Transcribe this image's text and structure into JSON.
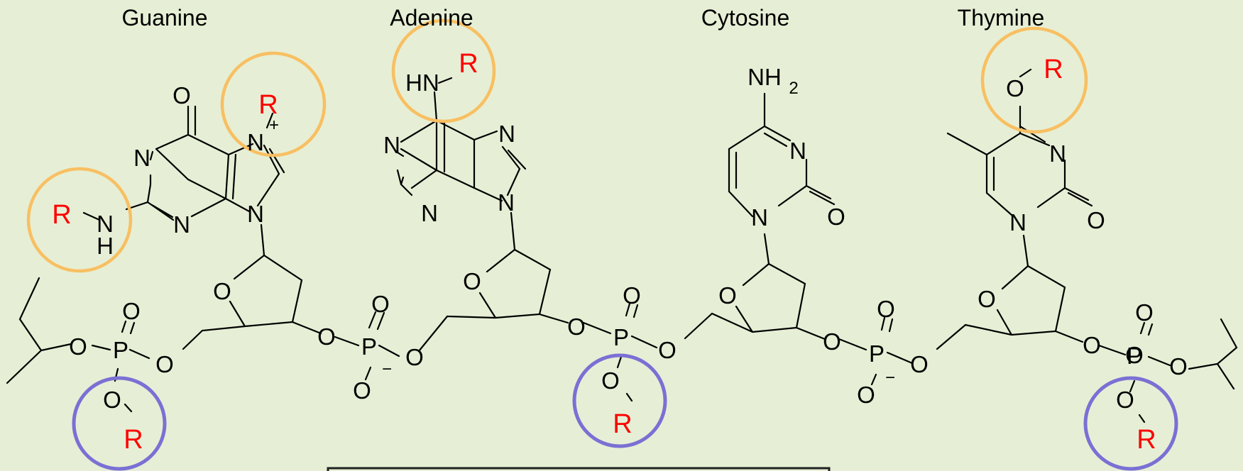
{
  "labels": {
    "guanine": "Guanine",
    "adenine": "Adenine",
    "cytosine": "Cytosine",
    "thymine": "Thymine"
  },
  "atoms": {
    "O": "O",
    "N": "N",
    "H": "H",
    "HN": "HN",
    "NH": "NH",
    "P": "P",
    "R": "R",
    "plus": "+",
    "minus": "−",
    "two": "2"
  },
  "colors": {
    "background": "#e6efd5",
    "r_group": "#ff0000",
    "base_highlight": "#f8bf62",
    "phosphate_highlight": "#7a70d4",
    "bond": "#000000"
  }
}
